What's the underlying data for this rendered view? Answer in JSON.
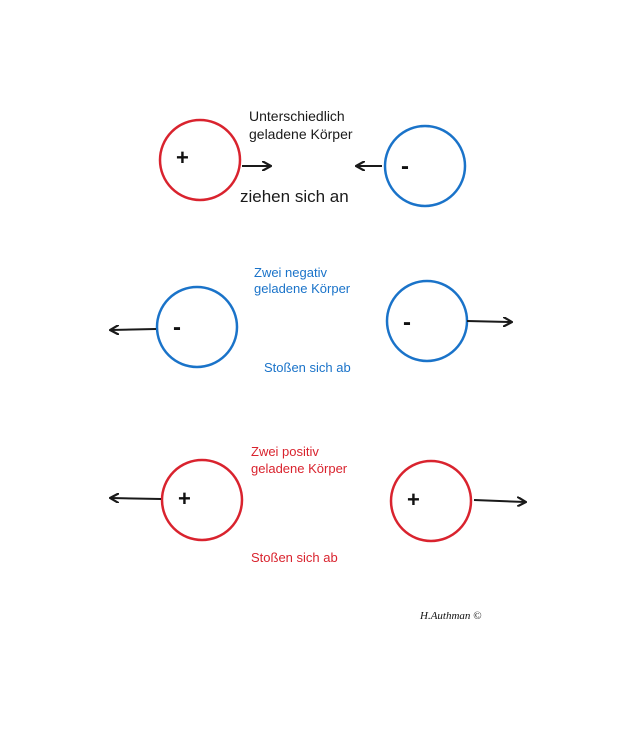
{
  "colors": {
    "positive": "#d9232e",
    "negative": "#1a73c9",
    "arrow": "#1a1a1a",
    "text_default": "#1a1a1a"
  },
  "section_opposite": {
    "heading_line1": "Unterschiedlich",
    "heading_line2": "geladene Körper",
    "result": "ziehen sich an",
    "left_sign": "+",
    "right_sign": "-"
  },
  "section_negative": {
    "heading_line1": "Zwei negativ",
    "heading_line2": "geladene Körper",
    "result": "Stoßen sich ab",
    "left_sign": "-",
    "right_sign": "-"
  },
  "section_positive": {
    "heading_line1": "Zwei positiv",
    "heading_line2": "geladene Körper",
    "result": "Stoßen sich ab",
    "left_sign": "+",
    "right_sign": "+"
  },
  "signature": "H.Authman ©"
}
